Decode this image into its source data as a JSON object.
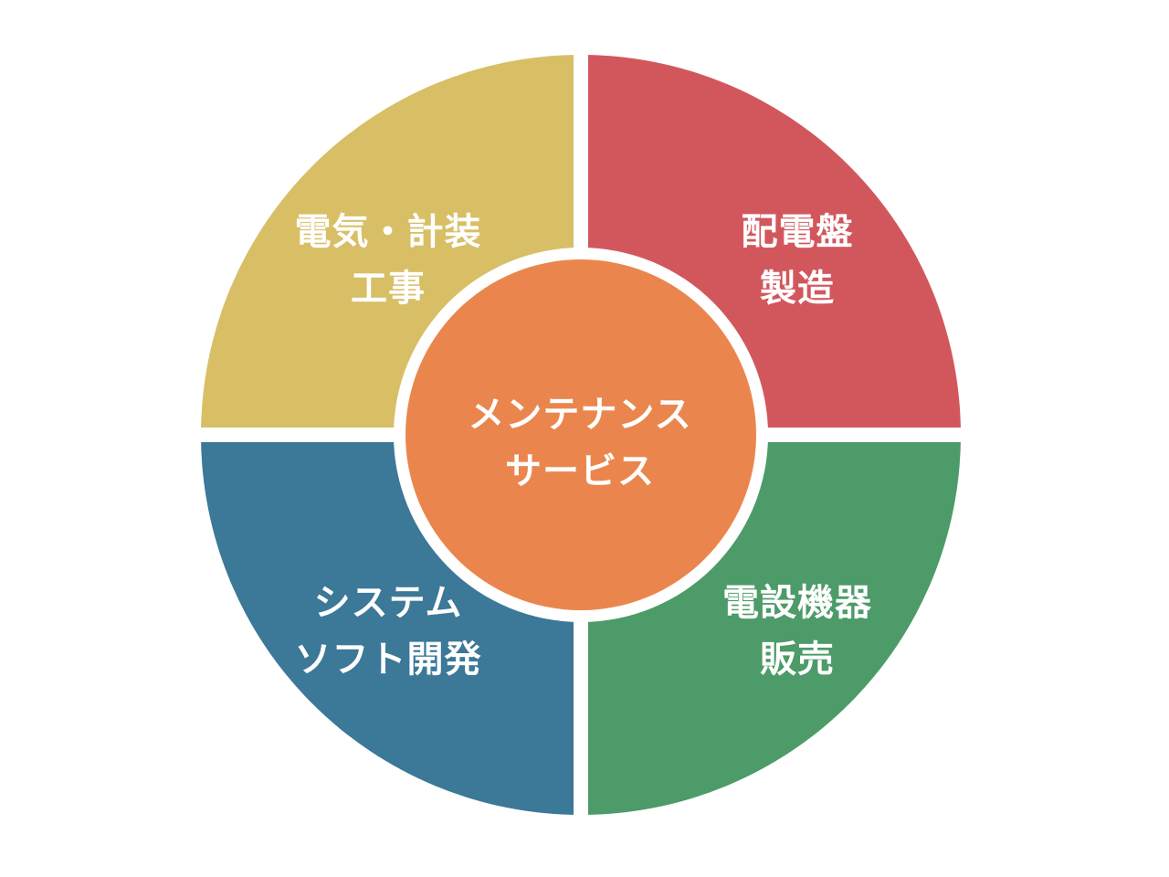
{
  "diagram": {
    "center": {
      "line1": "メンテナンス",
      "line2": "サービス",
      "color": "#EA864D"
    },
    "segments": {
      "top_left": {
        "line1": "電気・計装",
        "line2": "工事",
        "color": "#D8BF66"
      },
      "top_right": {
        "line1": "配電盤",
        "line2": "製造",
        "color": "#D2575D"
      },
      "bottom_left": {
        "line1": "システム",
        "line2": "ソフト開発",
        "color": "#3C7898"
      },
      "bottom_right": {
        "line1": "電設機器",
        "line2": "販売",
        "color": "#4C9B68"
      }
    },
    "separator_color": "#ffffff"
  }
}
